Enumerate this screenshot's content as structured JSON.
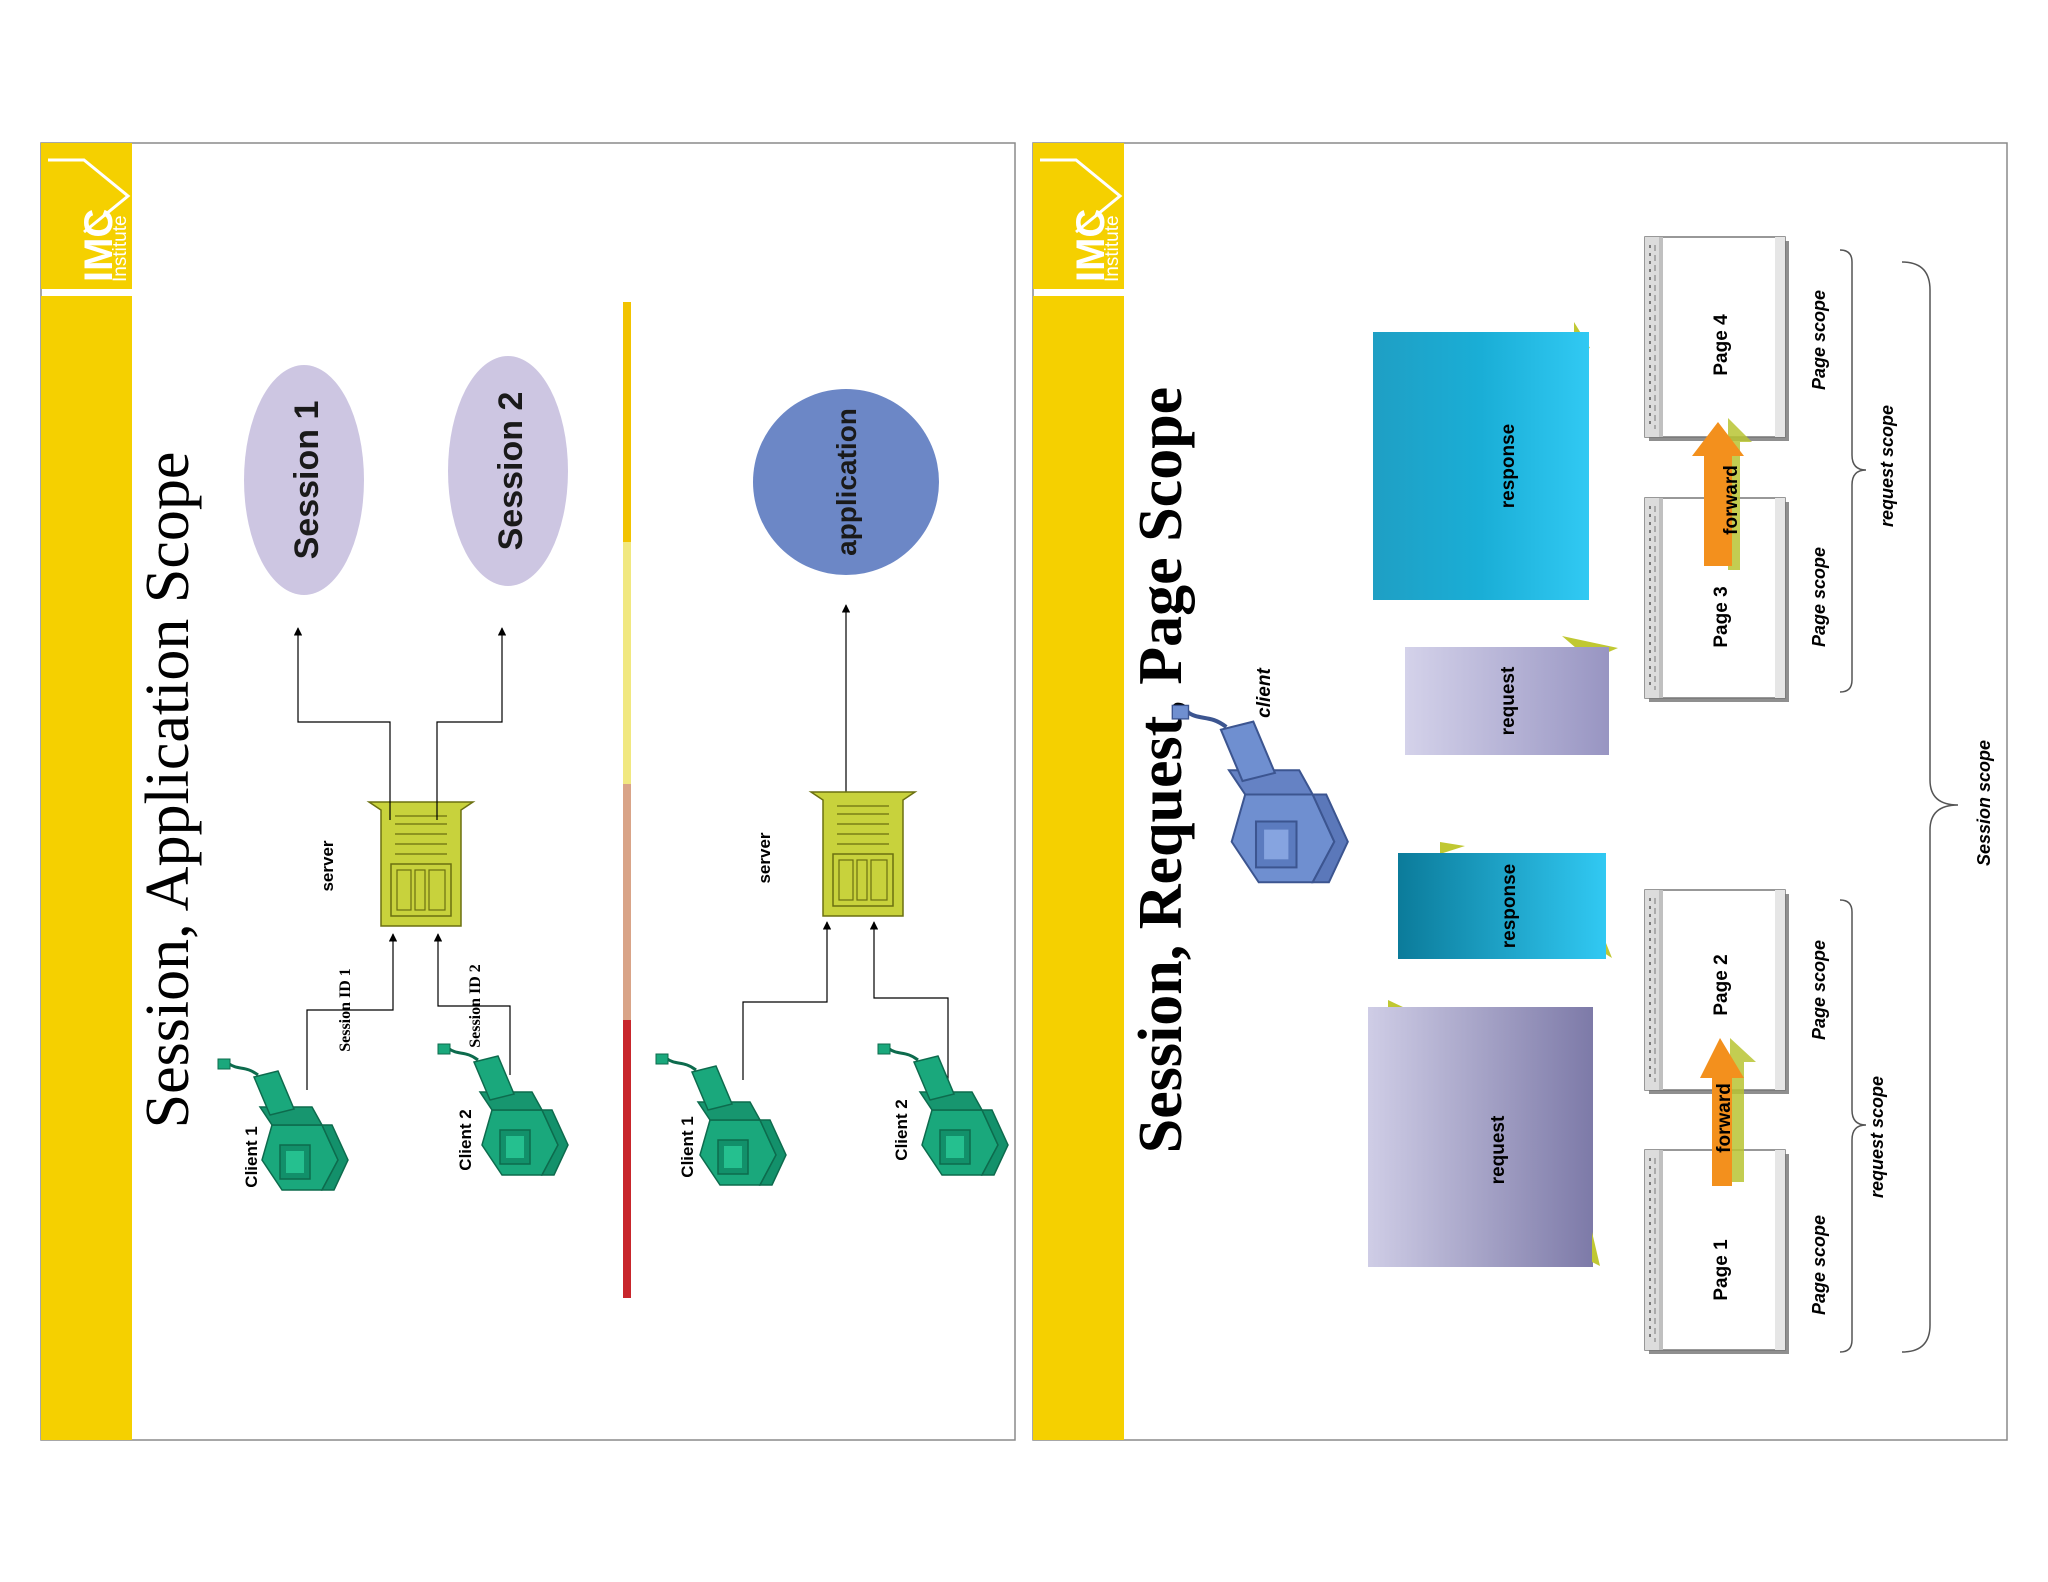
{
  "logo": {
    "line1": "IMC",
    "line2": "Institute"
  },
  "colors": {
    "brand_yellow": "#f5d000",
    "client_green": "#1aa87c",
    "server_olive": "#c8d23c",
    "session_lavender": "#cdc6e2",
    "application_blue": "#6c87c6",
    "client_blue": "#6f8fd0",
    "response_cyan": "#2fc7f0",
    "request_lavender": "#c8c6e4",
    "forward_orange": "#f3901d",
    "divider_red": "#c8262c"
  },
  "slide1": {
    "title": "Session, Application Scope",
    "session1": "Session 1",
    "session2": "Session 2",
    "server_top": "server",
    "server_bottom": "server",
    "session_id1": "Session ID 1",
    "session_id2": "Session ID 2",
    "client1_top": "Client 1",
    "client2_top": "Client 2",
    "application": "application",
    "client1_bottom": "Client 1",
    "client2_bottom": "Client 2"
  },
  "slide2": {
    "title": "Session, Request, Page Scope",
    "client": "client",
    "response_large": "response",
    "request_small": "request",
    "response_small": "response",
    "request_large": "request",
    "page1": "Page 1",
    "page2": "Page 2",
    "page3": "Page 3",
    "page4": "Page 4",
    "forward1": "forward",
    "forward2": "forward",
    "page_scope1": "Page scope",
    "page_scope2": "Page scope",
    "page_scope3": "Page scope",
    "page_scope4": "Page scope",
    "request_scope1": "request scope",
    "request_scope2": "request scope",
    "session_scope": "Session scope"
  }
}
